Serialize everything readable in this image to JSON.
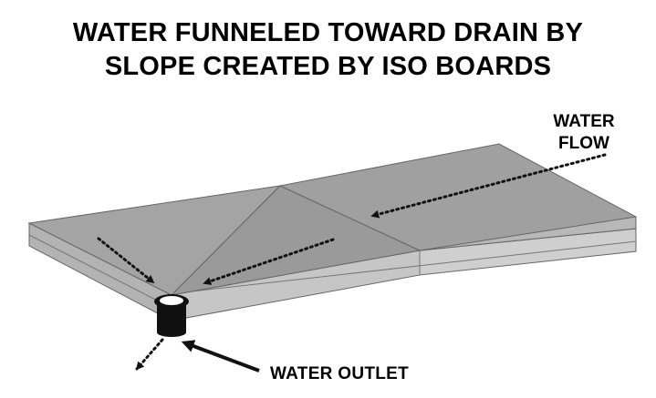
{
  "title": {
    "line1": "WATER FUNNELED TOWARD DRAIN BY",
    "line2": "SLOPE CREATED BY ISO BOARDS"
  },
  "labels": {
    "water_flow_line1": "WATER",
    "water_flow_line2": "FLOW",
    "water_outlet": "WATER OUTLET"
  },
  "colors": {
    "top_surface": "#9a9a9a",
    "side_surface": "#c4c4c4",
    "outline": "#555555",
    "drain": "#111111",
    "arrow": "#111111"
  },
  "icons": {
    "flow_arrow": "dotted-arrow-icon",
    "drain": "drain-pipe-icon",
    "pointer": "solid-arrow-icon"
  }
}
